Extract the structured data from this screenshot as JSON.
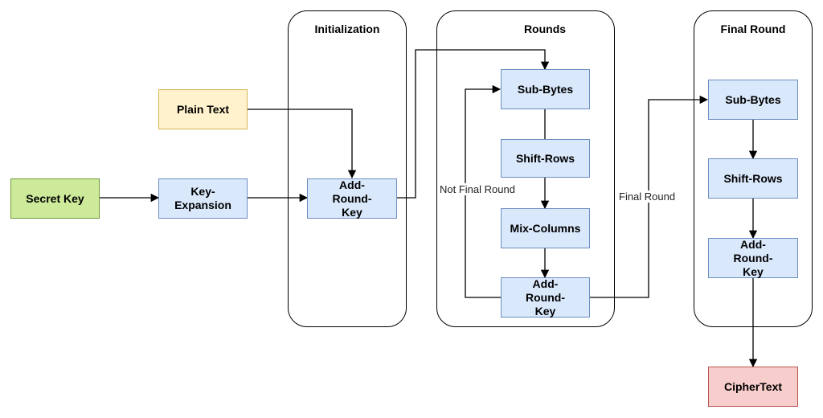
{
  "groups": {
    "init": "Initialization",
    "rounds": "Rounds",
    "final": "Final Round"
  },
  "nodes": {
    "secret_key": "Secret Key",
    "plain_text": "Plain Text",
    "key_expansion": "Key-Expansion",
    "init_add_round_key": "Add-Round-Key",
    "r_sub_bytes": "Sub-Bytes",
    "r_shift_rows": "Shift-Rows",
    "r_mix_columns": "Mix-Columns",
    "r_add_round_key": "Add-Round-Key",
    "f_sub_bytes": "Sub-Bytes",
    "f_shift_rows": "Shift-Rows",
    "f_add_round_key": "Add-Round-Key",
    "ciphertext": "CipherText"
  },
  "edges": {
    "not_final_round": "Not Final Round",
    "final_round": "Final Round"
  }
}
